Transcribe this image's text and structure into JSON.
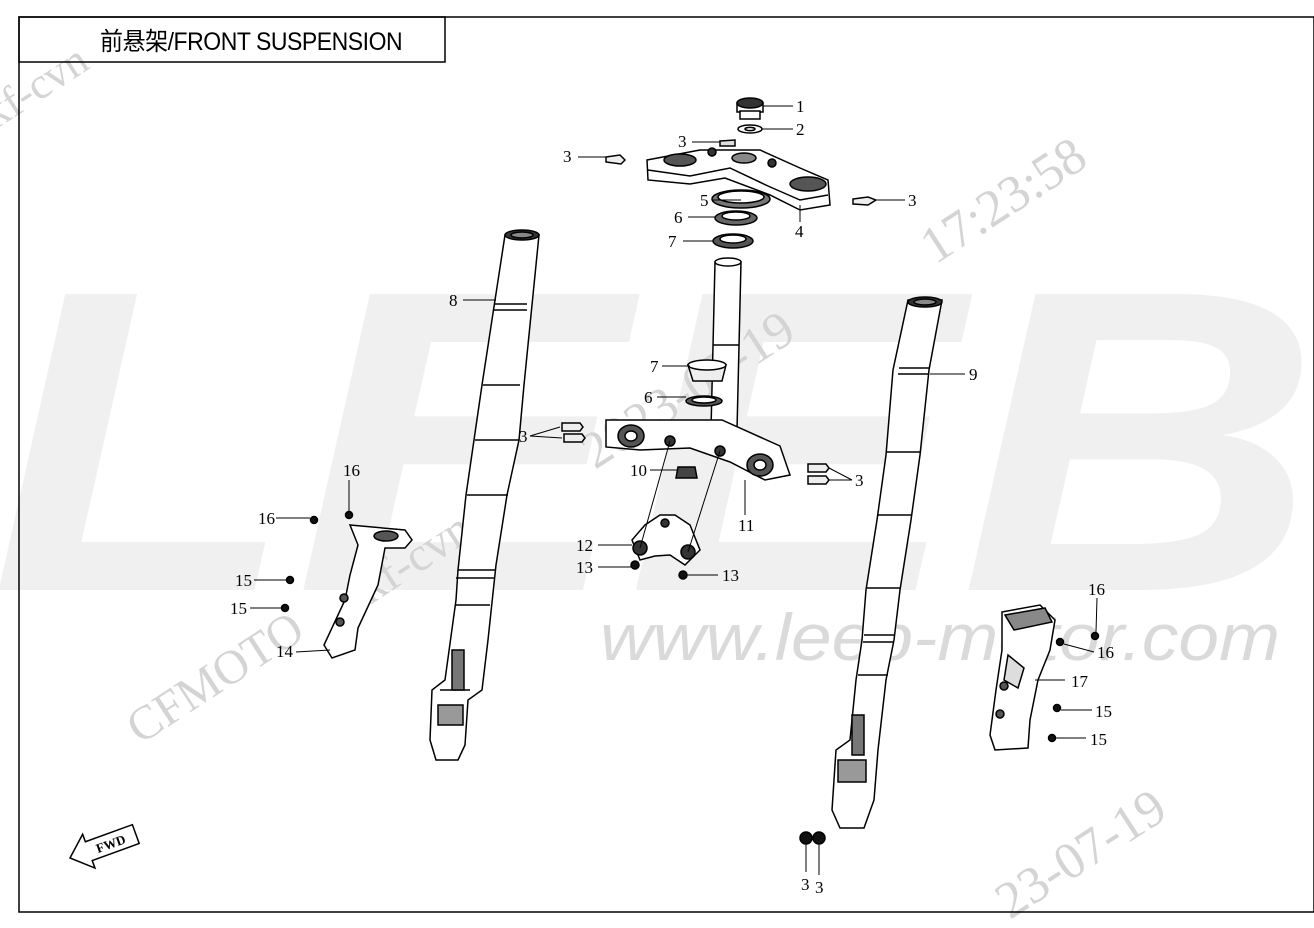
{
  "title": "前悬架/FRONT SUSPENSION",
  "watermarks": {
    "brand_big": "LEEB",
    "url": "www.leeb-motor.com",
    "cfmoto": "CFMOTO",
    "kf": "kf-cvn",
    "date1": "17:23:58",
    "date2": "2023-07-19",
    "date3": "23-07-19",
    "kf_top": "kf-cvn"
  },
  "fwd_label": "FWD",
  "callouts": [
    "1",
    "2",
    "3",
    "3",
    "3",
    "4",
    "5",
    "6",
    "7",
    "8",
    "7",
    "6",
    "3",
    "10",
    "11",
    "3",
    "9",
    "16",
    "16",
    "15",
    "15",
    "14",
    "12",
    "13",
    "13",
    "16",
    "16",
    "17",
    "15",
    "15",
    "3",
    "3"
  ],
  "colors": {
    "line": "#000000",
    "part_fill": "#ffffff",
    "shade": "#444444",
    "watermark": "#d9d9d9"
  }
}
